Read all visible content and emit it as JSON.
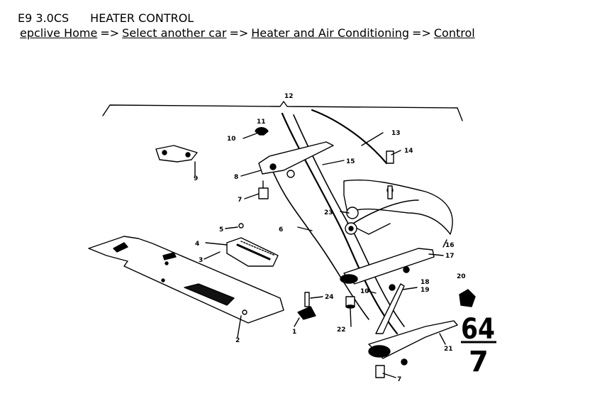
{
  "header": {
    "model": "E9 3.0CS",
    "section": "HEATER CONTROL"
  },
  "breadcrumb": {
    "items": [
      {
        "label": "epclive Home"
      },
      {
        "label": "Select another car"
      },
      {
        "label": "Heater and Air Conditioning"
      },
      {
        "label": "Control"
      }
    ],
    "separator": "=>"
  },
  "diagram": {
    "callouts": [
      "12",
      "11",
      "10",
      "13",
      "14",
      "15",
      "8",
      "9",
      "7",
      "23",
      "6",
      "5",
      "4",
      "3",
      "16",
      "17",
      "20",
      "18",
      "19",
      "10",
      "24",
      "22",
      "1",
      "2",
      "21",
      "7"
    ],
    "group_number_top": "64",
    "group_number_bottom": "7"
  }
}
